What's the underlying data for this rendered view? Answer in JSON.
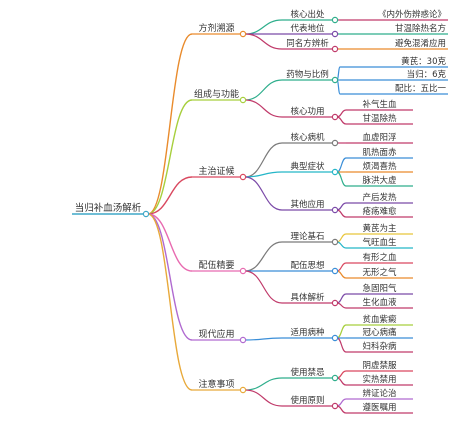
{
  "root": {
    "label": "当归补血汤解析",
    "color": "#3fa7c7"
  },
  "branches": [
    {
      "label": "方剂溯源",
      "color": "#e98b2c",
      "children": [
        {
          "label": "核心出处",
          "color": "#2fae8c",
          "children": [
            {
              "label": "《内外伤辨惑论》",
              "color": "#c03a6a"
            }
          ]
        },
        {
          "label": "代表地位",
          "color": "#7b4aa8",
          "children": [
            {
              "label": "甘温除热名方",
              "color": "#2fae8c"
            }
          ]
        },
        {
          "label": "同名方辨析",
          "color": "#c03a6a",
          "children": [
            {
              "label": "避免混淆应用",
              "color": "#e98b2c"
            }
          ]
        }
      ]
    },
    {
      "label": "组成与功能",
      "color": "#a7cf3d",
      "children": [
        {
          "label": "药物与比例",
          "color": "#2fae8c",
          "children": [
            {
              "label": "黄芪：30克",
              "color": "#3a8ed8"
            },
            {
              "label": "当归：6克",
              "color": "#3a8ed8"
            },
            {
              "label": "配比：五比一",
              "color": "#3a8ed8"
            }
          ]
        },
        {
          "label": "核心功用",
          "color": "#c03a6a",
          "children": [
            {
              "label": "补气生血",
              "color": "#c03a6a"
            },
            {
              "label": "甘温除热",
              "color": "#c03a6a"
            }
          ]
        }
      ]
    },
    {
      "label": "主治证候",
      "color": "#d9485f",
      "children": [
        {
          "label": "核心病机",
          "color": "#7a7a7a",
          "children": [
            {
              "label": "血虚阳浮",
              "color": "#c03a6a"
            }
          ]
        },
        {
          "label": "典型症状",
          "color": "#25b6c8",
          "children": [
            {
              "label": "肌热面赤",
              "color": "#3a8ed8"
            },
            {
              "label": "烦渴喜热",
              "color": "#e98b2c"
            },
            {
              "label": "脉洪大虚",
              "color": "#2fae8c"
            }
          ]
        },
        {
          "label": "其他应用",
          "color": "#7b4aa8",
          "children": [
            {
              "label": "产后发热",
              "color": "#7b4aa8"
            },
            {
              "label": "疮疡难愈",
              "color": "#c03a6a"
            }
          ]
        }
      ]
    },
    {
      "label": "配伍精要",
      "color": "#e86ab0",
      "children": [
        {
          "label": "理论基石",
          "color": "#7a7a7a",
          "children": [
            {
              "label": "黄芪为主",
              "color": "#e8c53a"
            },
            {
              "label": "气旺血生",
              "color": "#25b6c8"
            }
          ]
        },
        {
          "label": "配伍思想",
          "color": "#3a8ed8",
          "children": [
            {
              "label": "有形之血",
              "color": "#d9485f"
            },
            {
              "label": "无形之气",
              "color": "#e98b2c"
            }
          ]
        },
        {
          "label": "具体解析",
          "color": "#c03a6a",
          "children": [
            {
              "label": "急固阳气",
              "color": "#7b4aa8"
            },
            {
              "label": "生化血液",
              "color": "#c03a6a"
            }
          ]
        }
      ]
    },
    {
      "label": "现代应用",
      "color": "#b06ad0",
      "children": [
        {
          "label": "适用病种",
          "color": "#3a8ed8",
          "children": [
            {
              "label": "贫血紫癜",
              "color": "#a7cf3d"
            },
            {
              "label": "冠心病痛",
              "color": "#3a8ed8"
            },
            {
              "label": "妇科杂病",
              "color": "#c03a6a"
            }
          ]
        }
      ]
    },
    {
      "label": "注意事项",
      "color": "#e8a93a",
      "children": [
        {
          "label": "使用禁忌",
          "color": "#2fae8c",
          "children": [
            {
              "label": "阴虚禁服",
              "color": "#d9485f"
            },
            {
              "label": "实热禁用",
              "color": "#c03a6a"
            }
          ]
        },
        {
          "label": "使用原则",
          "color": "#c03a6a",
          "children": [
            {
              "label": "辨证论治",
              "color": "#b06ad0"
            },
            {
              "label": "遵医嘱用",
              "color": "#c03a6a"
            }
          ]
        }
      ]
    }
  ]
}
